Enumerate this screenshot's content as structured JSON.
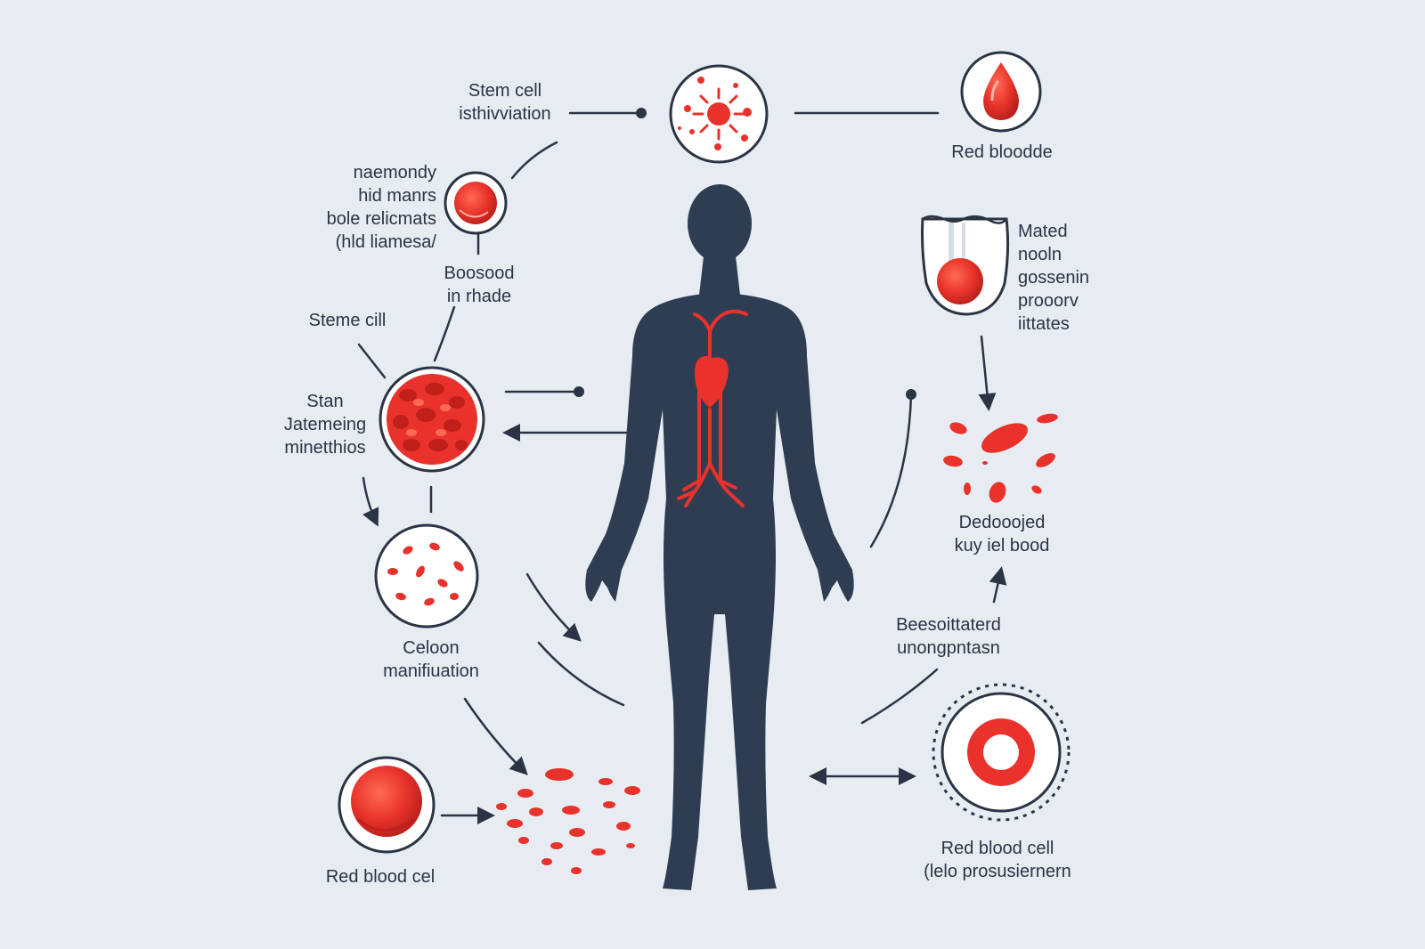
{
  "colors": {
    "background": "#e6ecf1",
    "body_silhouette": "#2f3d52",
    "blood_red": "#e8322b",
    "line": "#2b3445",
    "circle_fill": "#ffffff"
  },
  "labels": {
    "stem_cell_top": "Stem cell\nisthivviation",
    "red_bloodde": "Red bloodde",
    "haemondy": "naemondy\nhid manrs\nbole relicmats\n(hld liamesa/",
    "boosood": "Boosood\nin rhade",
    "steme_cill": "Steme cill",
    "stan": "Stan\nJatemeing\nminetthios",
    "mated": "Mated\nnooln\ngossenin\nprooorv\niittates",
    "decooojed": "Dedooojed\nkuy iel bood",
    "celoon": "Celoon\nmanifiuation",
    "beesoittaterd": "Beesoittaterd\nunongpntasn",
    "red_blood_cel": "Red blood cel",
    "red_blood_cell": "Red  blood cell\n(lelo prosusiernern"
  },
  "icons": {
    "stem_cell_circle": "stem-cell-burst-icon",
    "drop_circle": "blood-drop-icon",
    "small_cell_circle": "red-cell-icon",
    "cluster_circle": "cell-cluster-icon",
    "sparse_cells_circle": "scattered-cells-icon",
    "cup": "blood-cup-icon",
    "ring_circle": "ring-cell-icon",
    "large_cell_circle": "large-red-cell-icon",
    "body": "human-silhouette-icon"
  }
}
